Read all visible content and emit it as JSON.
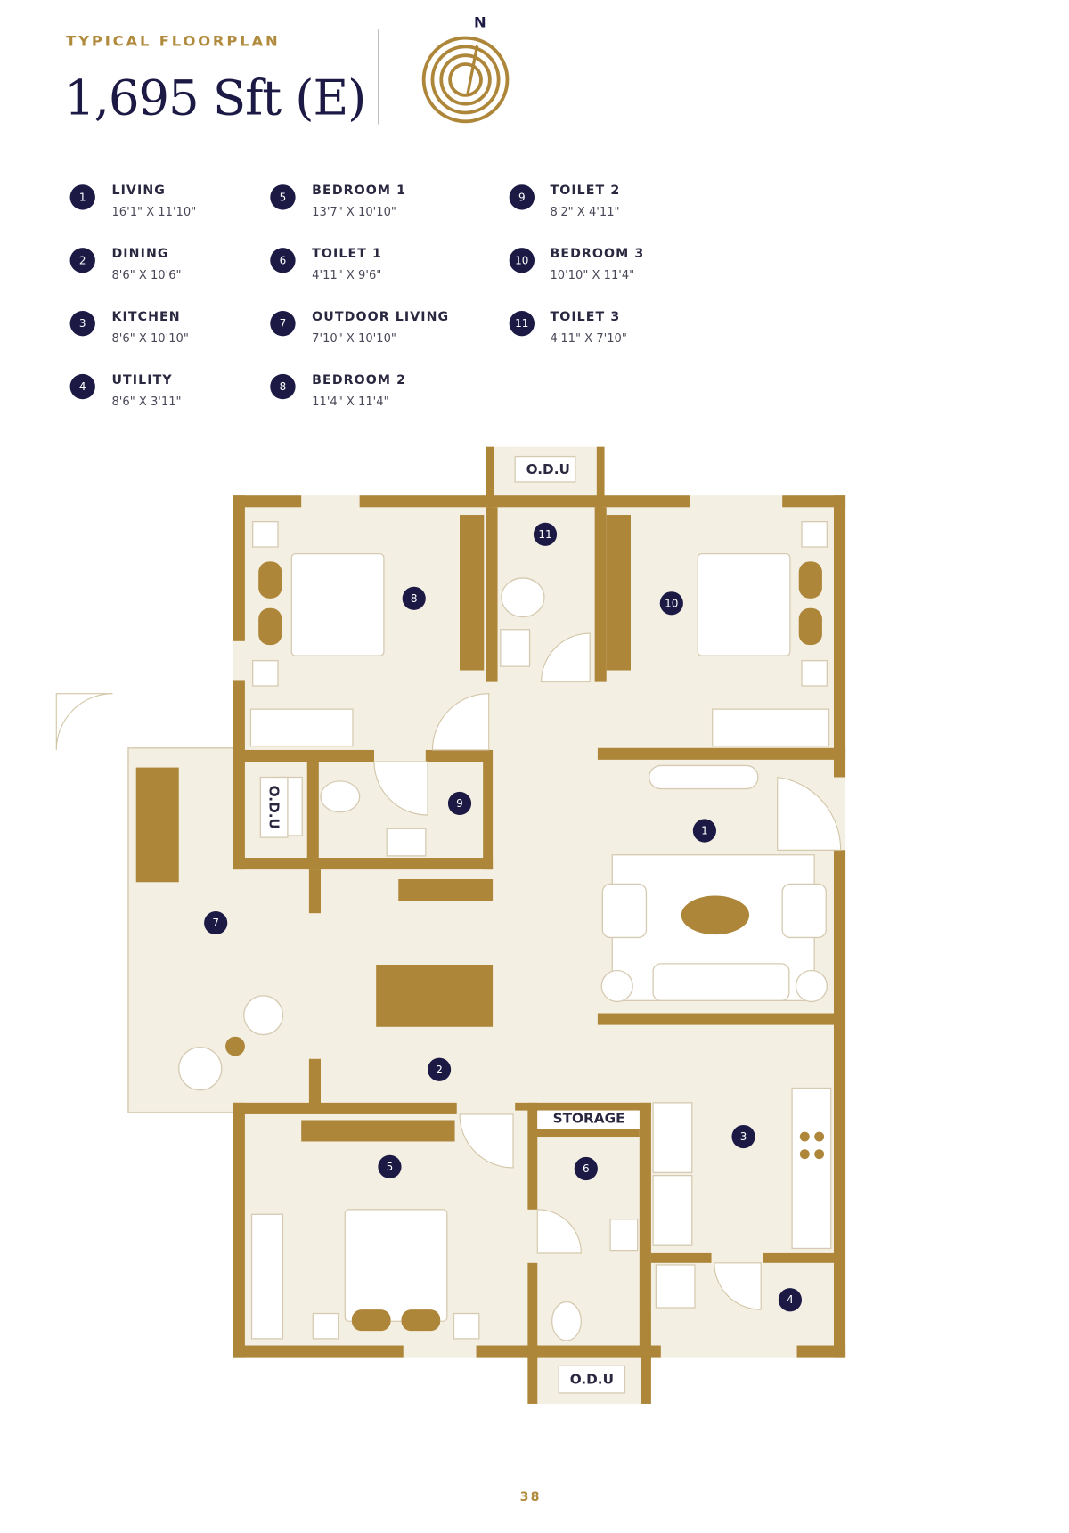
{
  "header": {
    "eyebrow": "TYPICAL FLOORPLAN",
    "title": "1,695 Sft (E)",
    "compass_label": "N",
    "compass_icon": "north-compass-icon"
  },
  "legend": [
    {
      "number": "1",
      "label": "LIVING",
      "dims": "16'1\" X 11'10\""
    },
    {
      "number": "2",
      "label": "DINING",
      "dims": "8'6\" X 10'6\""
    },
    {
      "number": "3",
      "label": "KITCHEN",
      "dims": "8'6\" X 10'10\""
    },
    {
      "number": "4",
      "label": "UTILITY",
      "dims": "8'6\" X 3'11\""
    },
    {
      "number": "5",
      "label": "BEDROOM 1",
      "dims": "13'7\" X 10'10\""
    },
    {
      "number": "6",
      "label": "TOILET 1",
      "dims": "4'11\" X 9'6\""
    },
    {
      "number": "7",
      "label": "OUTDOOR LIVING",
      "dims": "7'10\" X 10'10\""
    },
    {
      "number": "8",
      "label": "BEDROOM 2",
      "dims": "11'4\" X 11'4\""
    },
    {
      "number": "9",
      "label": "TOILET 2",
      "dims": "8'2\" X 4'11\""
    },
    {
      "number": "10",
      "label": "BEDROOM 3",
      "dims": "10'10\" X 11'4\""
    },
    {
      "number": "11",
      "label": "TOILET 3",
      "dims": "4'11\" X 7'10\""
    }
  ],
  "plan": {
    "odu_label": "O.D.U",
    "storage_label": "STORAGE"
  },
  "colors": {
    "navy": "#1c1a45",
    "gold": "#ad8639",
    "floor": "#f4efe3"
  },
  "page_number": "38"
}
